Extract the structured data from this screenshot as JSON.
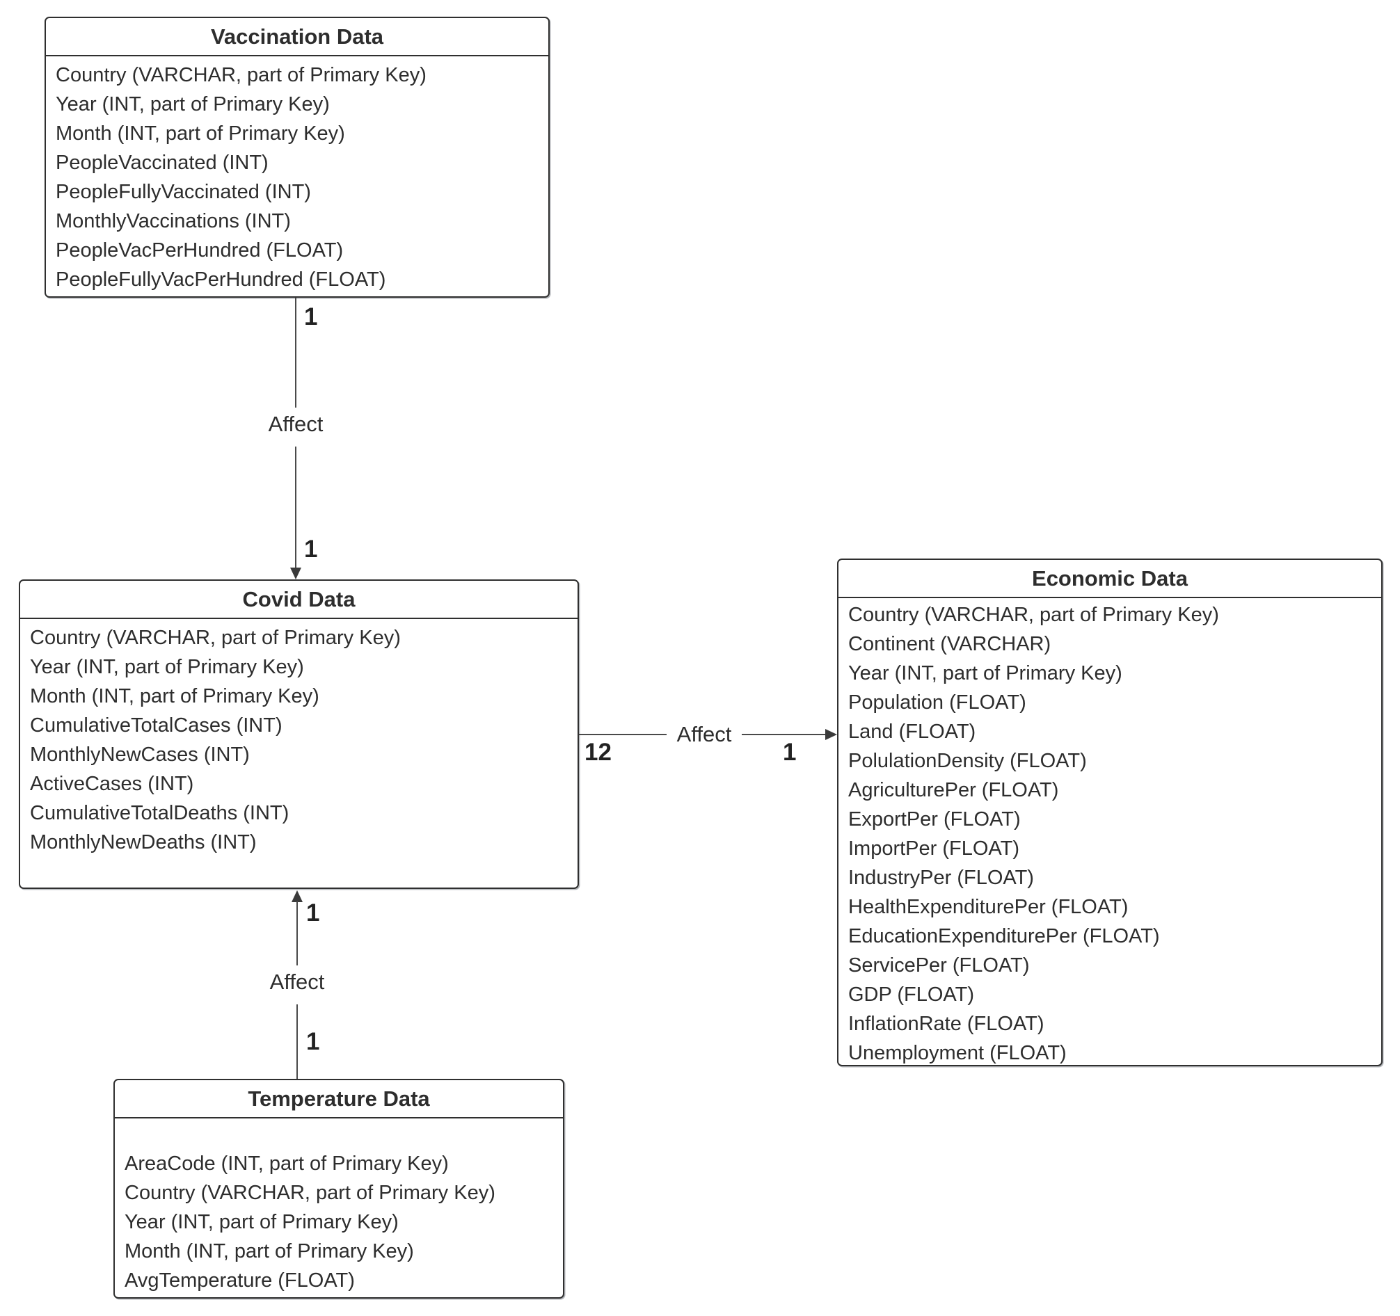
{
  "entities": [
    {
      "title": "Vaccination Data",
      "fields": [
        "Country (VARCHAR, part of Primary Key)",
        "Year (INT, part of Primary Key)",
        "Month (INT, part of Primary Key)",
        "PeopleVaccinated (INT)",
        "PeopleFullyVaccinated (INT)",
        "MonthlyVaccinations (INT)",
        "PeopleVacPerHundred (FLOAT)",
        "PeopleFullyVacPerHundred (FLOAT)"
      ]
    },
    {
      "title": "Covid Data",
      "fields": [
        "Country (VARCHAR, part of Primary Key)",
        "Year (INT, part of Primary Key)",
        "Month (INT, part of Primary Key)",
        "CumulativeTotalCases (INT)",
        "MonthlyNewCases (INT)",
        "ActiveCases (INT)",
        "CumulativeTotalDeaths (INT)",
        "MonthlyNewDeaths (INT)"
      ]
    },
    {
      "title": "Economic Data",
      "fields": [
        "Country (VARCHAR, part of Primary Key)",
        "Continent (VARCHAR)",
        "Year (INT, part of Primary Key)",
        "Population (FLOAT)",
        "Land (FLOAT)",
        "PolulationDensity (FLOAT)",
        "AgriculturePer (FLOAT)",
        "ExportPer (FLOAT)",
        "ImportPer (FLOAT)",
        "IndustryPer (FLOAT)",
        "HealthExpenditurePer (FLOAT)",
        "EducationExpenditurePer (FLOAT)",
        "ServicePer (FLOAT)",
        "GDP (FLOAT)",
        "InflationRate (FLOAT)",
        "Unemployment (FLOAT)"
      ]
    },
    {
      "title": "Temperature Data",
      "fields": [
        "AreaCode (INT, part of Primary Key)",
        "Country (VARCHAR, part of Primary Key)",
        "Year (INT, part of Primary Key)",
        "Month (INT, part of Primary Key)",
        "AvgTemperature (FLOAT)"
      ]
    }
  ],
  "relationships": [
    {
      "label": "Affect",
      "from": "Vaccination Data",
      "to": "Covid Data",
      "from_card": "1",
      "to_card": "1"
    },
    {
      "label": "Affect",
      "from": "Covid Data",
      "to": "Economic Data",
      "from_card": "12",
      "to_card": "1"
    },
    {
      "label": "Affect",
      "from": "Temperature Data",
      "to": "Covid Data",
      "from_card": "1",
      "to_card": "1"
    }
  ]
}
